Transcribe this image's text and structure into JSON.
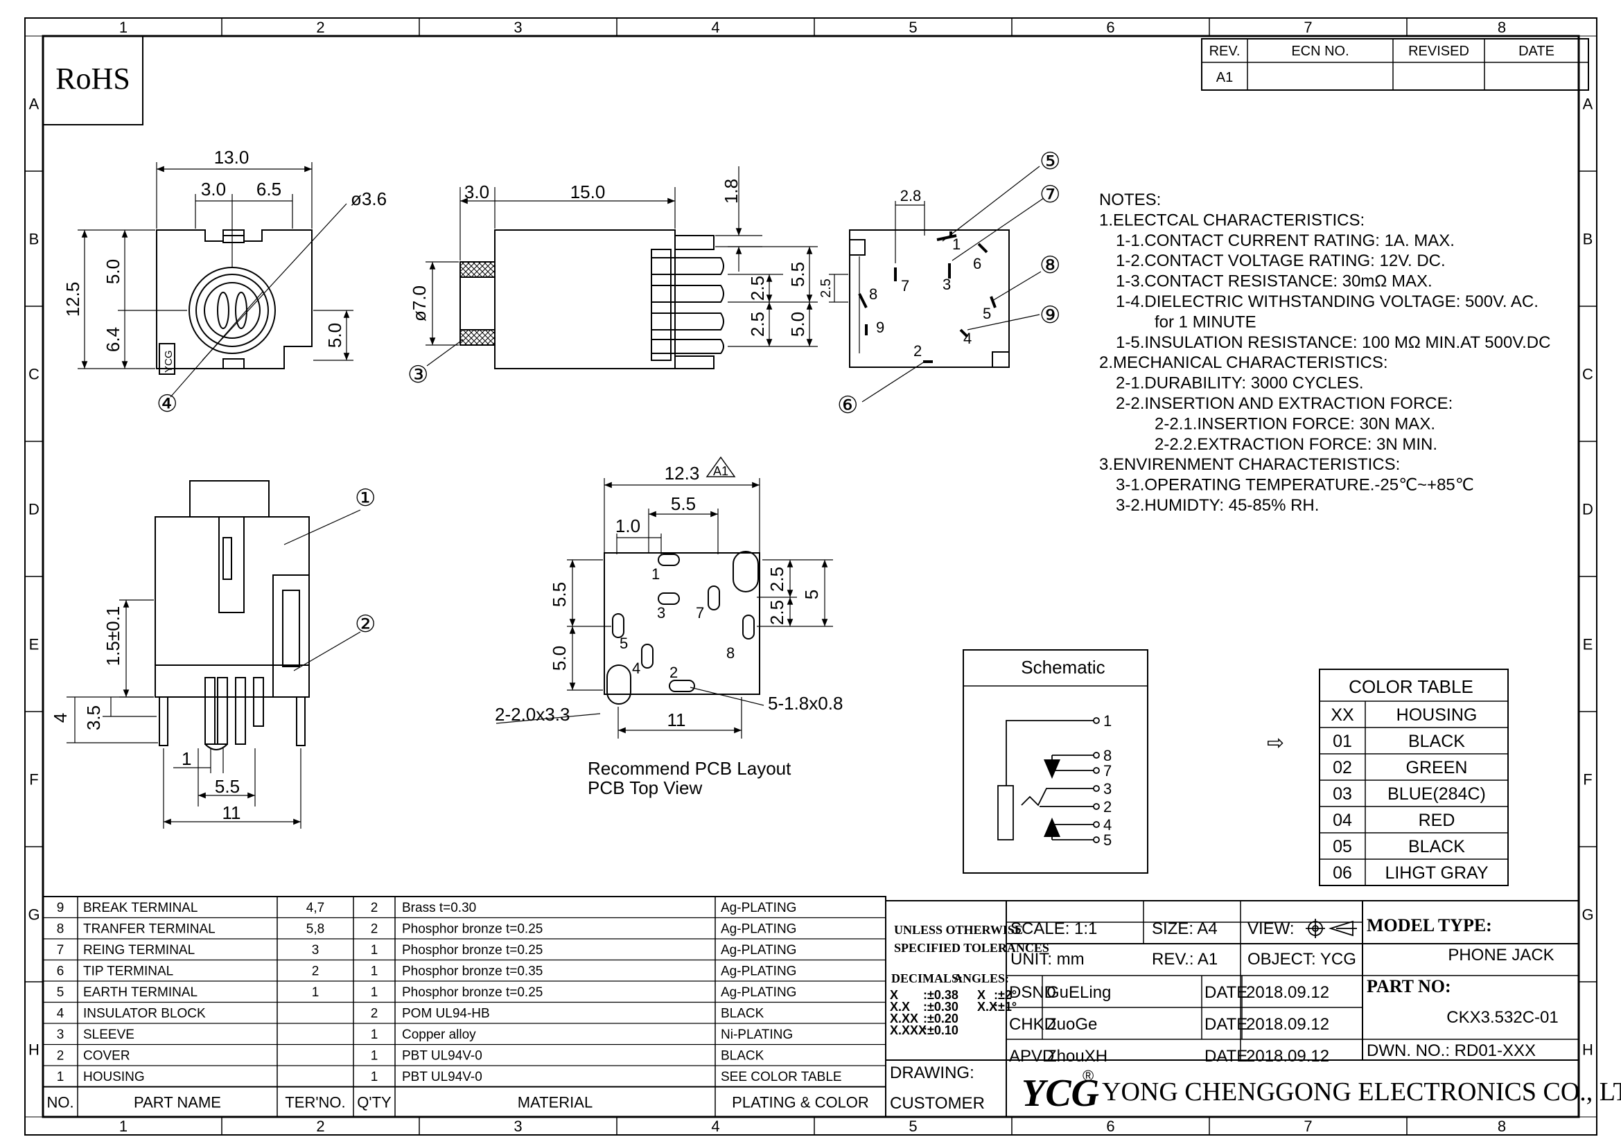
{
  "border": {
    "columns": [
      "1",
      "2",
      "3",
      "4",
      "5",
      "6",
      "7",
      "8"
    ],
    "rows": [
      "A",
      "B",
      "C",
      "D",
      "E",
      "F",
      "G",
      "H"
    ]
  },
  "rohs": "RoHS",
  "revision": {
    "headers": [
      "REV.",
      "ECN NO.",
      "REVISED",
      "DATE"
    ],
    "rows": [
      [
        "A1",
        "",
        "",
        ""
      ]
    ]
  },
  "front_view": {
    "dims": {
      "width": "13.0",
      "left": "3.0",
      "mid": "6.5",
      "hole": "ø3.6",
      "height": "12.5",
      "upper": "5.0",
      "lower": "6.4",
      "right": "5.0"
    },
    "logo_text": "YCG",
    "balloon": "④"
  },
  "side_view": {
    "dims": {
      "a": "3.0",
      "b": "15.0",
      "c": "1.8",
      "dia": "ø7.0",
      "d": "5.5",
      "e": "2.5",
      "f": "2.5",
      "g": "5.0"
    },
    "balloon": "③"
  },
  "rear_view": {
    "dims": {
      "a": "2.8",
      "b": "2.5"
    },
    "pins": [
      "1",
      "3",
      "6",
      "7",
      "8",
      "5",
      "9",
      "4",
      "2"
    ],
    "balloons": [
      "⑤",
      "⑦",
      "⑧",
      "⑨",
      "⑥"
    ]
  },
  "bottom_view": {
    "dims": {
      "a": "1.5±0.1",
      "b": "3.5",
      "c": "4",
      "d": "1",
      "e": "5.5",
      "f": "11"
    },
    "balloons": [
      "①",
      "②"
    ]
  },
  "pcb": {
    "dims": {
      "width": "12.3",
      "rev_mark": "A1",
      "a": "5.5",
      "b": "1.0",
      "c": "5.5",
      "d": "5.0",
      "e": "2.5",
      "f": "2.5",
      "g": "5",
      "h": "11"
    },
    "pins": [
      "1",
      "3",
      "7",
      "5",
      "4",
      "8",
      "2"
    ],
    "hole_note": "2-2.0x3.3",
    "slot_note": "5-1.8x0.8",
    "caption_1": "Recommend PCB Layout",
    "caption_2": "PCB Top View"
  },
  "notes": [
    "NOTES:",
    "1.ELECTCAL CHARACTERISTICS:",
    "1-1.CONTACT CURRENT RATING:   1A. MAX.",
    "1-2.CONTACT VOLTAGE RATING:  12V. DC.",
    "1-3.CONTACT RESISTANCE:  30mΩ MAX.",
    "1-4.DIELECTRIC WITHSTANDING VOLTAGE:  500V. AC.",
    "for 1 MINUTE",
    "1-5.INSULATION RESISTANCE:  100 MΩ MIN.AT 500V.DC",
    "2.MECHANICAL CHARACTERISTICS:",
    "2-1.DURABILITY:  3000 CYCLES.",
    "2-2.INSERTION AND EXTRACTION FORCE:",
    "2-2.1.INSERTION FORCE:       30N MAX.",
    "2-2.2.EXTRACTION FORCE:   3N MIN.",
    "3.ENVIRENMENT CHARACTERISTICS:",
    "3-1.OPERATING TEMPERATURE.-25℃~+85℃",
    "3-2.HUMIDTY: 45-85% RH."
  ],
  "schematic": {
    "title": "Schematic",
    "pins": [
      "1",
      "8",
      "7",
      "3",
      "2",
      "4",
      "5"
    ]
  },
  "color_table": {
    "title": "COLOR TABLE",
    "arrow": "⇨",
    "rows": [
      [
        "XX",
        "HOUSING"
      ],
      [
        "01",
        "BLACK"
      ],
      [
        "02",
        "GREEN"
      ],
      [
        "03",
        "BLUE(284C)"
      ],
      [
        "04",
        "RED"
      ],
      [
        "05",
        "BLACK"
      ],
      [
        "06",
        "LIHGT GRAY"
      ]
    ]
  },
  "bom": {
    "headers": [
      "NO.",
      "PART NAME",
      "TER'NO.",
      "Q'TY",
      "MATERIAL",
      "PLATING & COLOR"
    ],
    "rows": [
      [
        "9",
        "BREAK TERMINAL",
        "4,7",
        "2",
        "Brass   t=0.30",
        "Ag-PLATING"
      ],
      [
        "8",
        "TRANFER TERMINAL",
        "5,8",
        "2",
        "Phosphor bronze   t=0.25",
        "Ag-PLATING"
      ],
      [
        "7",
        "REING TERMINAL",
        "3",
        "1",
        "Phosphor bronze   t=0.25",
        "Ag-PLATING"
      ],
      [
        "6",
        "TIP TERMINAL",
        "2",
        "1",
        "Phosphor bronze   t=0.35",
        "Ag-PLATING"
      ],
      [
        "5",
        "EARTH TERMINAL",
        "1",
        "1",
        "Phosphor bronze   t=0.25",
        "Ag-PLATING"
      ],
      [
        "4",
        "INSULATOR BLOCK",
        "",
        "2",
        "POM UL94-HB",
        "BLACK"
      ],
      [
        "3",
        "SLEEVE",
        "",
        "1",
        "Copper alloy",
        "Ni-PLATING"
      ],
      [
        "2",
        "COVER",
        "",
        "1",
        "PBT UL94V-0",
        "BLACK"
      ],
      [
        "1",
        "HOUSING",
        "",
        "1",
        "PBT UL94V-0",
        "SEE COLOR TABLE"
      ]
    ]
  },
  "title_block": {
    "tol_head_1": "UNLESS OTHERWISE",
    "tol_head_2": "SPECIFIED TOLERANCES",
    "decimals": "DECIMALS:",
    "angles": "ANGLES:",
    "tol_rows": [
      [
        "X",
        ":±0.38",
        "X",
        ":±2°"
      ],
      [
        "X.X",
        ":±0.30",
        "X.X",
        ":±1°"
      ],
      [
        "X.XX",
        ":±0.20",
        "",
        ""
      ],
      [
        "X.XXX",
        ":±0.10",
        "",
        ""
      ]
    ],
    "drawing": "DRAWING:",
    "customer": "CUSTOMER",
    "scale": "SCALE:  1:1",
    "size": "SIZE:  A4",
    "view": "VIEW:",
    "unit": "UNIT:  mm",
    "rev": "REV.:  A1",
    "object": "OBJECT:  YCG",
    "people": [
      [
        "DSND",
        "GuELing",
        "DATE",
        "2018.09.12"
      ],
      [
        "CHKD",
        "ZuoGe",
        "DATE",
        "2018.09.12"
      ],
      [
        "APVD",
        "ZhouXH",
        "DATE",
        "2018.09.12"
      ]
    ],
    "model_label": "MODEL TYPE:",
    "model_value": "PHONE JACK",
    "part_label": "PART NO:",
    "part_value": "CKX3.532C-01",
    "dwn": "DWN. NO.:  RD01-XXX",
    "logo": "YCG",
    "registered": "®",
    "company": "YONG CHENGGONG ELECTRONICS CO., LTD."
  }
}
